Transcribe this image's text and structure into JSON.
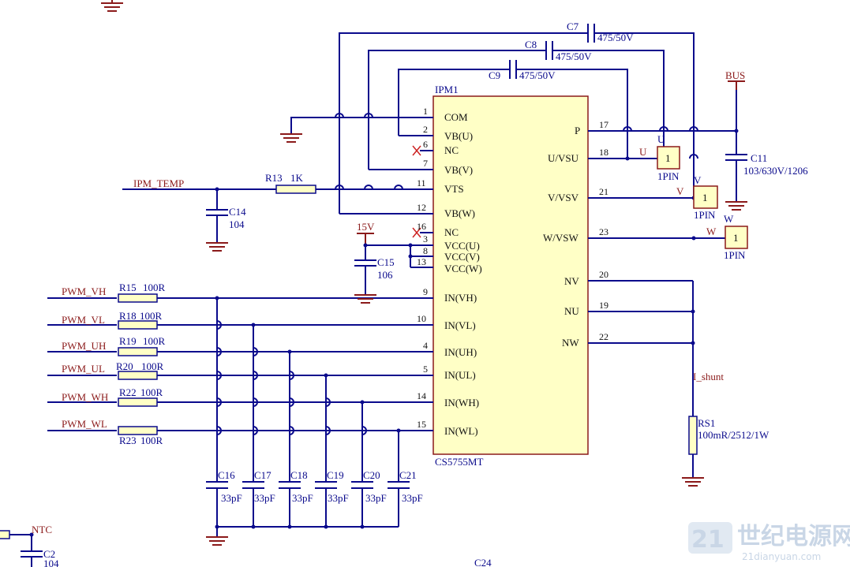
{
  "ic": {
    "ref": "IPM1",
    "part": "CS5755MT",
    "left_pins": [
      {
        "num": "1",
        "name": "COM"
      },
      {
        "num": "2",
        "name": "VB(U)"
      },
      {
        "num": "6",
        "name": "NC"
      },
      {
        "num": "7",
        "name": "VB(V)"
      },
      {
        "num": "11",
        "name": "VTS"
      },
      {
        "num": "12",
        "name": "VB(W)"
      },
      {
        "num": "16",
        "name": "NC"
      },
      {
        "num": "3",
        "name": "VCC(U)"
      },
      {
        "num": "8",
        "name": "VCC(V)"
      },
      {
        "num": "13",
        "name": "VCC(W)"
      },
      {
        "num": "9",
        "name": "IN(VH)"
      },
      {
        "num": "10",
        "name": "IN(VL)"
      },
      {
        "num": "4",
        "name": "IN(UH)"
      },
      {
        "num": "5",
        "name": "IN(UL)"
      },
      {
        "num": "14",
        "name": "IN(WH)"
      },
      {
        "num": "15",
        "name": "IN(WL)"
      }
    ],
    "right_pins": [
      {
        "num": "17",
        "name": "P"
      },
      {
        "num": "18",
        "name": "U/VSU"
      },
      {
        "num": "21",
        "name": "V/VSV"
      },
      {
        "num": "23",
        "name": "W/VSW"
      },
      {
        "num": "20",
        "name": "NV"
      },
      {
        "num": "19",
        "name": "NU"
      },
      {
        "num": "22",
        "name": "NW"
      }
    ]
  },
  "caps_top": [
    {
      "ref": "C7",
      "value": "475/50V"
    },
    {
      "ref": "C8",
      "value": "475/50V"
    },
    {
      "ref": "C9",
      "value": "475/50V"
    }
  ],
  "c11": {
    "ref": "C11",
    "value": "103/630V/1206"
  },
  "c14": {
    "ref": "C14",
    "value": "104"
  },
  "c15": {
    "ref": "C15",
    "value": "106"
  },
  "r13": {
    "ref": "R13",
    "value": "1K"
  },
  "rs1": {
    "ref": "RS1",
    "value": "100mR/2512/1W"
  },
  "pwm": [
    {
      "net": "PWM_VH",
      "ref": "R15",
      "value": "100R"
    },
    {
      "net": "PWM_VL",
      "ref": "R18",
      "value": "100R"
    },
    {
      "net": "PWM_UH",
      "ref": "R19",
      "value": "100R"
    },
    {
      "net": "PWM_UL",
      "ref": "R20",
      "value": "100R"
    },
    {
      "net": "PWM_WH",
      "ref": "R22",
      "value": "100R"
    },
    {
      "net": "PWM_WL",
      "ref": "R23",
      "value": "100R"
    }
  ],
  "filter_caps": [
    {
      "ref": "C16",
      "value": "33pF"
    },
    {
      "ref": "C17",
      "value": "33pF"
    },
    {
      "ref": "C18",
      "value": "33pF"
    },
    {
      "ref": "C19",
      "value": "33pF"
    },
    {
      "ref": "C20",
      "value": "33pF"
    },
    {
      "ref": "C21",
      "value": "33pF"
    }
  ],
  "connectors": [
    {
      "net": "U",
      "ref": "U",
      "pin": "1",
      "footprint": "1PIN"
    },
    {
      "net": "V",
      "ref": "V",
      "pin": "1",
      "footprint": "1PIN"
    },
    {
      "net": "W",
      "ref": "W",
      "pin": "1",
      "footprint": "1PIN"
    }
  ],
  "nets": {
    "bus": "BUS",
    "ipm_temp": "IPM_TEMP",
    "v15": "15V",
    "i_shunt": "I_shunt",
    "ntc": "NTC"
  },
  "bottom": {
    "c2_ref": "C2",
    "c2_value": "104",
    "c24_ref": "C24"
  },
  "watermark": {
    "logo": "21",
    "brand": "世纪电源网",
    "url": "21dianyuan.com"
  },
  "colors": {
    "wire": "#0a0a8c",
    "component_body": "#ffffc6",
    "net_label": "#8b1a1a",
    "background": "#ffffff"
  }
}
